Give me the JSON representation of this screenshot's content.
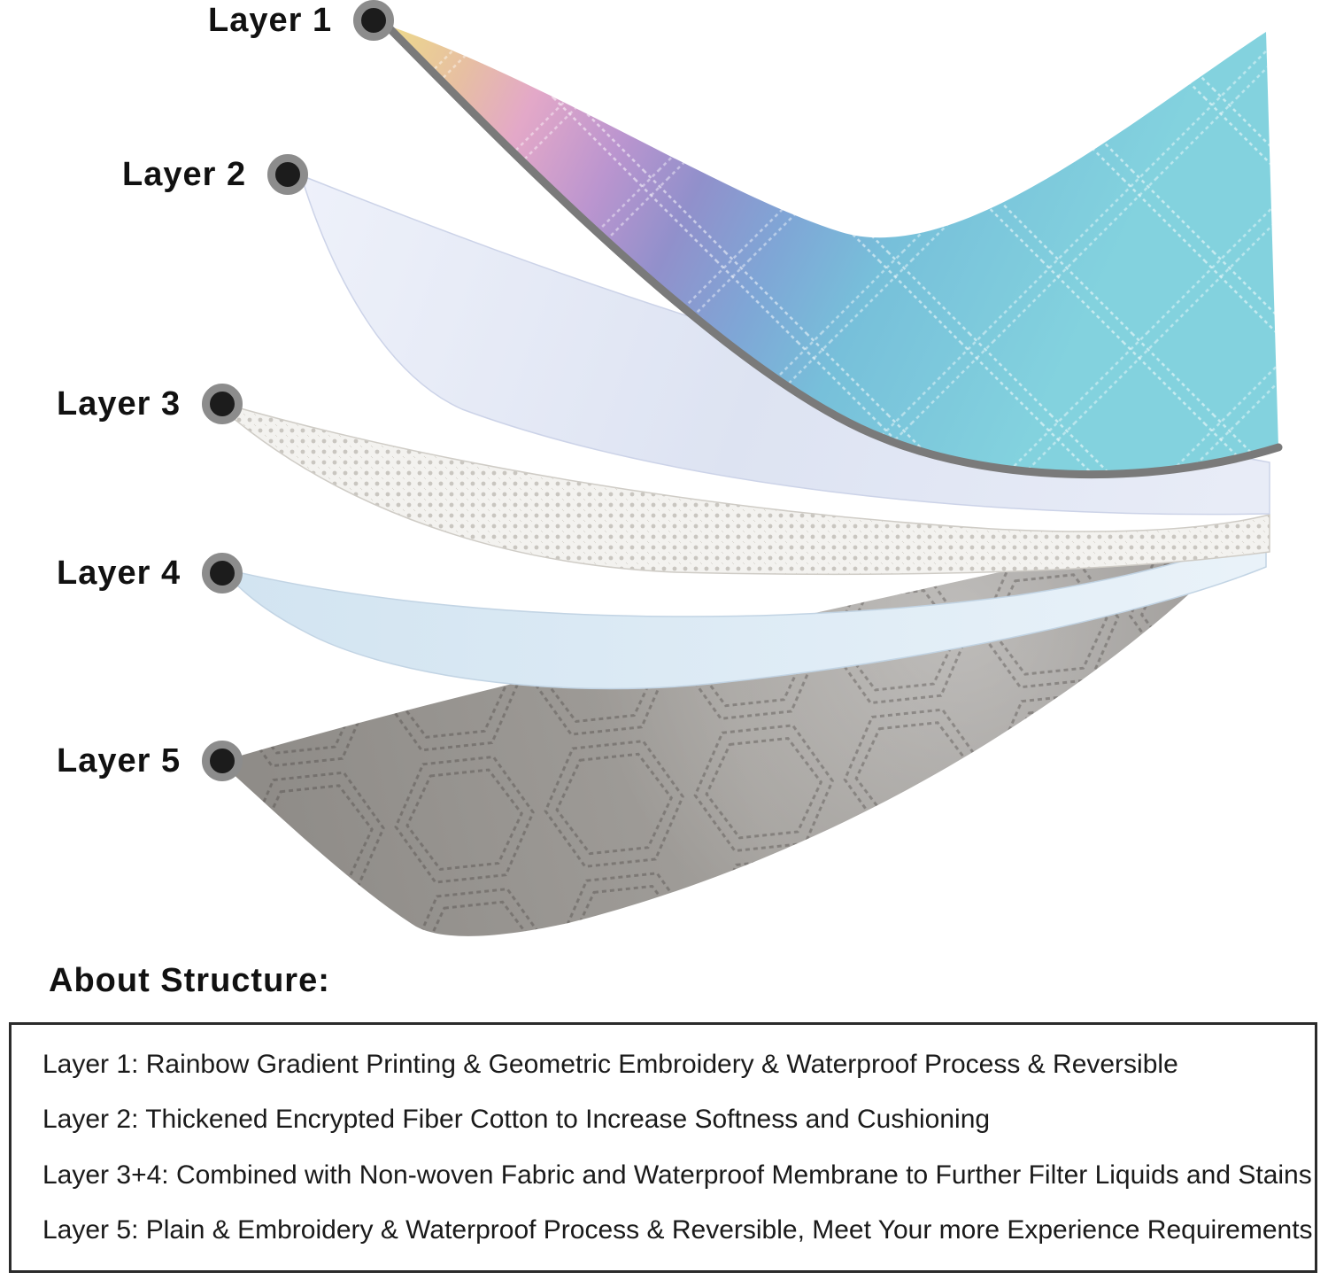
{
  "diagram": {
    "layers": [
      {
        "label": "Layer 1"
      },
      {
        "label": "Layer 2"
      },
      {
        "label": "Layer 3"
      },
      {
        "label": "Layer 4"
      },
      {
        "label": "Layer 5"
      }
    ]
  },
  "about": {
    "heading": "About Structure:",
    "lines": [
      "Layer 1: Rainbow Gradient Printing & Geometric Embroidery & Waterproof Process & Reversible",
      "Layer 2: Thickened Encrypted Fiber Cotton to Increase Softness and Cushioning",
      "Layer 3+4: Combined with Non-woven Fabric and Waterproof Membrane to Further Filter Liquids and Stains",
      "Layer 5: Plain & Embroidery & Waterproof Process & Reversible, Meet Your more Experience Requirements"
    ]
  },
  "colors": {
    "layer1_gradient": [
      "#ecd68e",
      "#e3a8c8",
      "#9190cb",
      "#7fa6d6",
      "#83d2de"
    ],
    "layer1_edge": "#7a7a7a",
    "layer2_fill": "#dde3f2",
    "layer3_fill": "#f3f2ef",
    "layer4_fill": "#d2e4f1",
    "layer5_fill": "#97948f",
    "callout_dot_inner": "#1c1c1c",
    "callout_dot_ring": "#8c8c8c",
    "text": "#111111",
    "box_border": "#2b2b2b"
  }
}
